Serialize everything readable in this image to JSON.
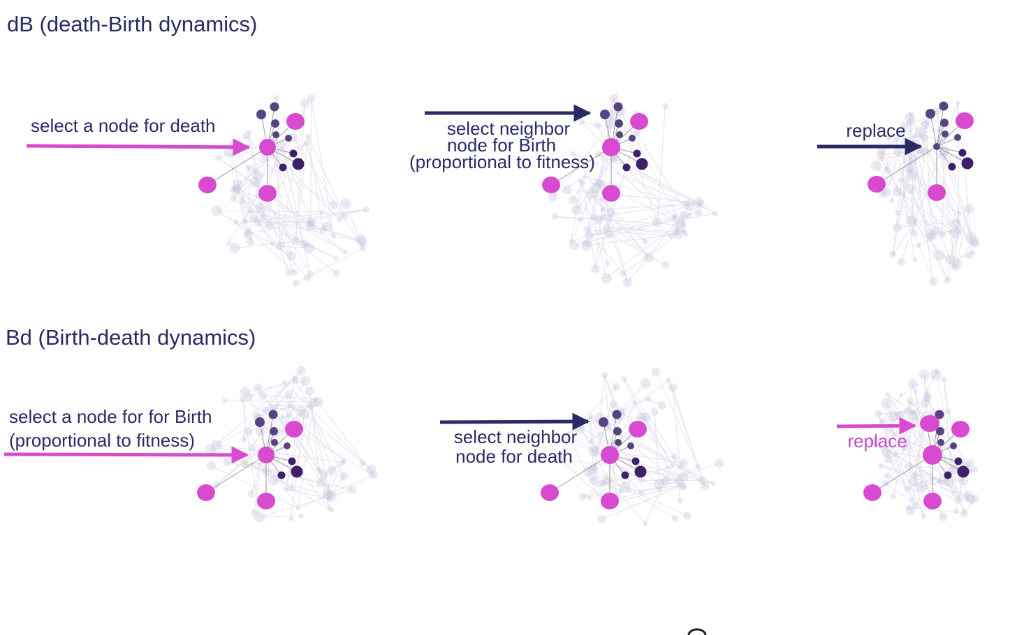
{
  "colors": {
    "text_dark": "#2a2a66",
    "magenta": "#d84bd1",
    "magenta_text": "#c64bc9",
    "node_dark": "#3d1f6b",
    "node_mid": "#574283",
    "node_bg": "#c7c2dc",
    "edge": "#9a9a9a",
    "arrow_dark": "#2a2a66"
  },
  "sections": {
    "dB": {
      "title": "dB (death-Birth dynamics)",
      "step1": [
        "select a node for death"
      ],
      "step2": [
        "select neighbor",
        "node for Birth",
        "(proportional to fitness)"
      ],
      "step3": [
        "replace"
      ]
    },
    "Bd": {
      "title": "Bd (Birth-death dynamics)",
      "step1": [
        "select a node for for Birth",
        "(proportional to fitness)"
      ],
      "step2": [
        "select neighbor",
        "node for death"
      ],
      "step3": [
        "replace"
      ]
    }
  }
}
